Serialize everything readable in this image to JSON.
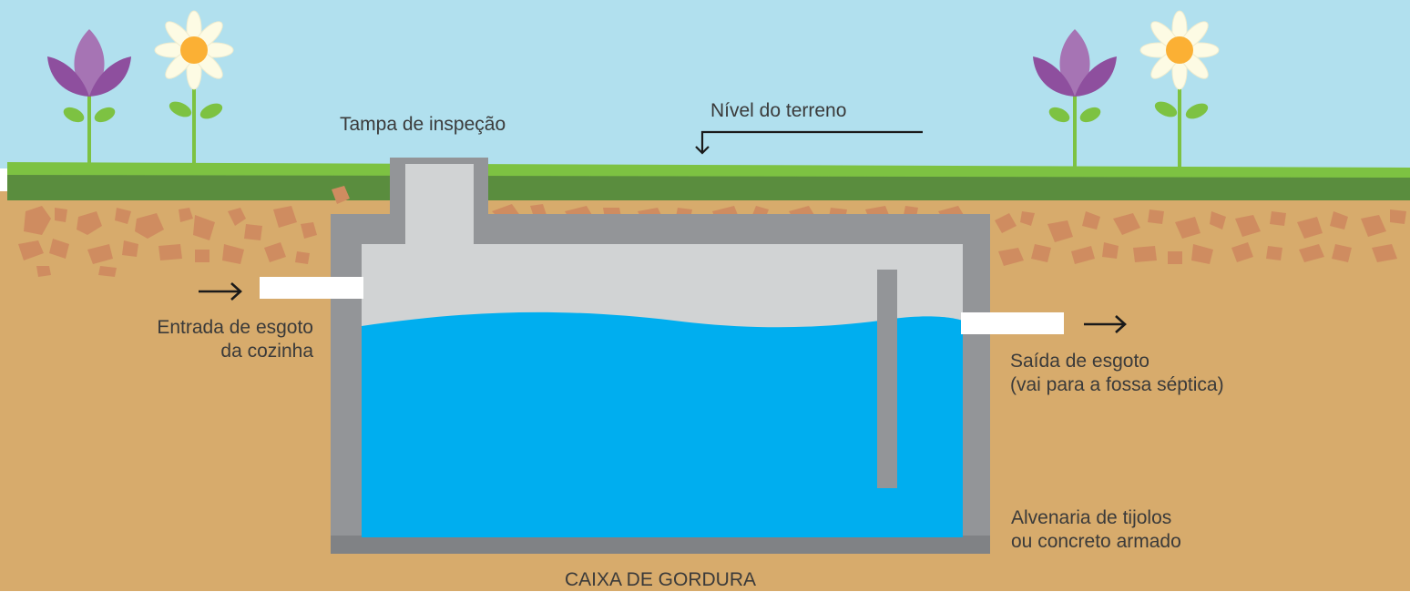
{
  "labels": {
    "inspection_cover": "Tampa de inspeção",
    "ground_level": "Nível do terreno",
    "inlet_line1": "Entrada de esgoto",
    "inlet_line2": "da cozinha",
    "outlet_line1": "Saída de esgoto",
    "outlet_line2": "(vai para a fossa séptica)",
    "wall_line1": "Alvenaria de tijolos",
    "wall_line2": "ou concreto armado",
    "caption": "CAIXA DE GORDURA"
  },
  "colors": {
    "sky": "#b1e0ee",
    "grass_light": "#7dc242",
    "grass_dark": "#5a8d3e",
    "soil": "#d7ab6c",
    "pebble": "#cf8c60",
    "wall": "#939598",
    "wall_base": "#808285",
    "air": "#d1d3d4",
    "water": "#00aeef",
    "pipe": "#ffffff",
    "purple_flower": "#a674b4",
    "purple_flower_dark": "#8e4f9e",
    "daisy_petal": "#fdfbe4",
    "daisy_center": "#fbb034",
    "leaf": "#7dc242"
  },
  "icons": [
    "arrow-right-icon",
    "arrow-right-icon",
    "arrow-down-icon",
    "purple-flower-icon",
    "daisy-flower-icon"
  ]
}
